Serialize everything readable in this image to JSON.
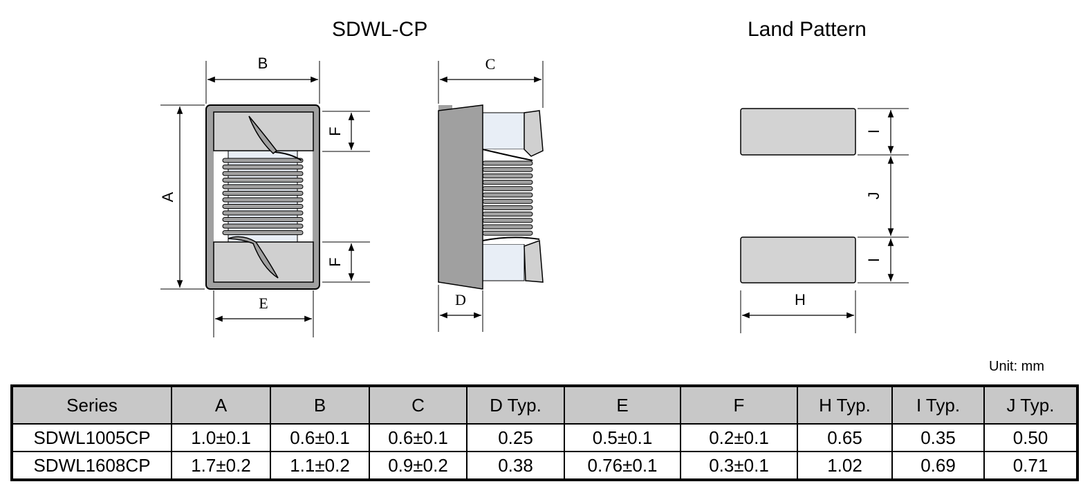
{
  "titles": {
    "component": "SDWL-CP",
    "land": "Land Pattern"
  },
  "dimension_labels": {
    "A": "A",
    "B": "B",
    "C": "C",
    "D": "D",
    "E": "E",
    "F": "F",
    "H": "H",
    "I": "I",
    "J": "J"
  },
  "unit": "Unit: mm",
  "table": {
    "headers": [
      "Series",
      "A",
      "B",
      "C",
      "D Typ.",
      "E",
      "F",
      "H Typ.",
      "I Typ.",
      "J Typ."
    ],
    "rows": [
      [
        "SDWL1005CP",
        "1.0±0.1",
        "0.6±0.1",
        "0.6±0.1",
        "0.25",
        "0.5±0.1",
        "0.2±0.1",
        "0.65",
        "0.35",
        "0.50"
      ],
      [
        "SDWL1608CP",
        "1.7±0.2",
        "1.1±0.2",
        "0.9±0.2",
        "0.38",
        "0.76±0.1",
        "0.3±0.1",
        "1.02",
        "0.69",
        "0.71"
      ]
    ]
  },
  "colors": {
    "body": "#a0a0a0",
    "cap": "#d0d0d0",
    "core": "#e8eef6",
    "pad": "#d3d3d3",
    "header_bg": "#c8c8c8"
  }
}
